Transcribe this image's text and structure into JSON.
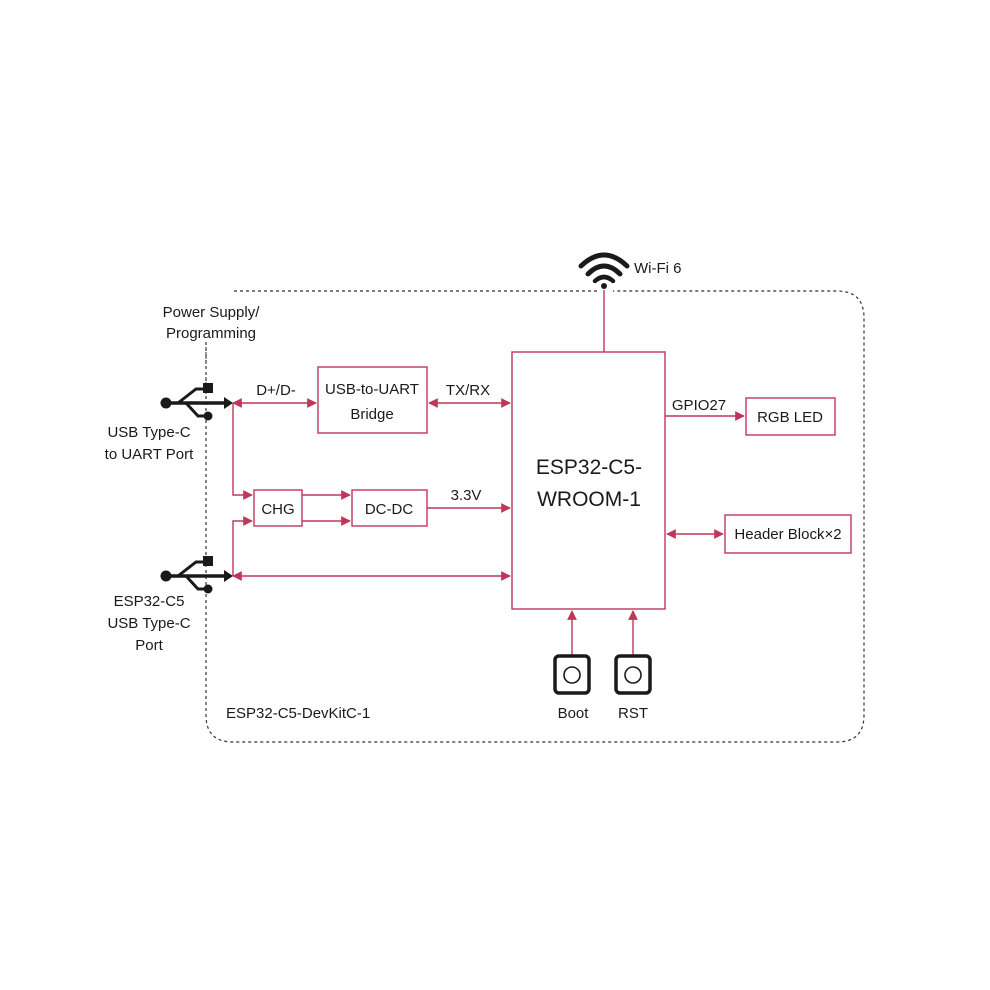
{
  "diagram": {
    "board_label": "ESP32-C5-DevKitC-1",
    "power_label": [
      "Power Supply/",
      "Programming"
    ],
    "wifi_label": "Wi-Fi 6",
    "module": [
      "ESP32-C5-",
      "WROOM-1"
    ],
    "usb_uart_bridge": [
      "USB-to-UART",
      "Bridge"
    ],
    "chg": "CHG",
    "dcdc": "DC-DC",
    "rgb_led": "RGB LED",
    "header_block": "Header Block×2",
    "signals": {
      "dpdm": "D+/D-",
      "txrx": "TX/RX",
      "v33": "3.3V",
      "gpio27": "GPIO27"
    },
    "usb_uart_port": [
      "USB Type-C",
      "to UART Port"
    ],
    "usb_native_port": [
      "ESP32-C5",
      "USB Type-C",
      "Port"
    ],
    "boot": "Boot",
    "rst": "RST"
  },
  "colors": {
    "accent": "#c0365a",
    "text": "#1a1a1a",
    "outline": "#333333"
  },
  "icons": [
    "usb-icon",
    "wifi-icon",
    "button-icon"
  ]
}
